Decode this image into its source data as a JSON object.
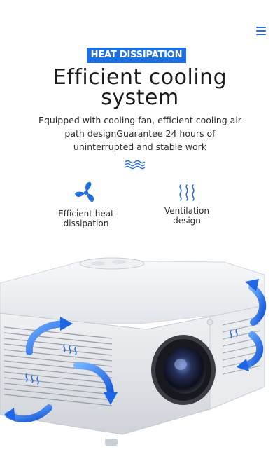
{
  "header": {
    "menu_icon": "hamburger-menu-icon",
    "badge": "HEAT DISSIPATION",
    "title_line1": "Efficient cooling",
    "title_line2": "system",
    "subtitle": "Equipped with cooling fan, efficient cooling air path designGuarantee 24 hours of uninterrupted and stable work"
  },
  "features": [
    {
      "icon": "fan-icon",
      "label_line1": "Efficient heat",
      "label_line2": "dissipation"
    },
    {
      "icon": "heat-waves-icon",
      "label_line1": "Ventilation",
      "label_line2": "design"
    }
  ],
  "colors": {
    "accent": "#1f6fe0",
    "text": "#1f1f1f",
    "arrow": "#2a6fe8"
  }
}
